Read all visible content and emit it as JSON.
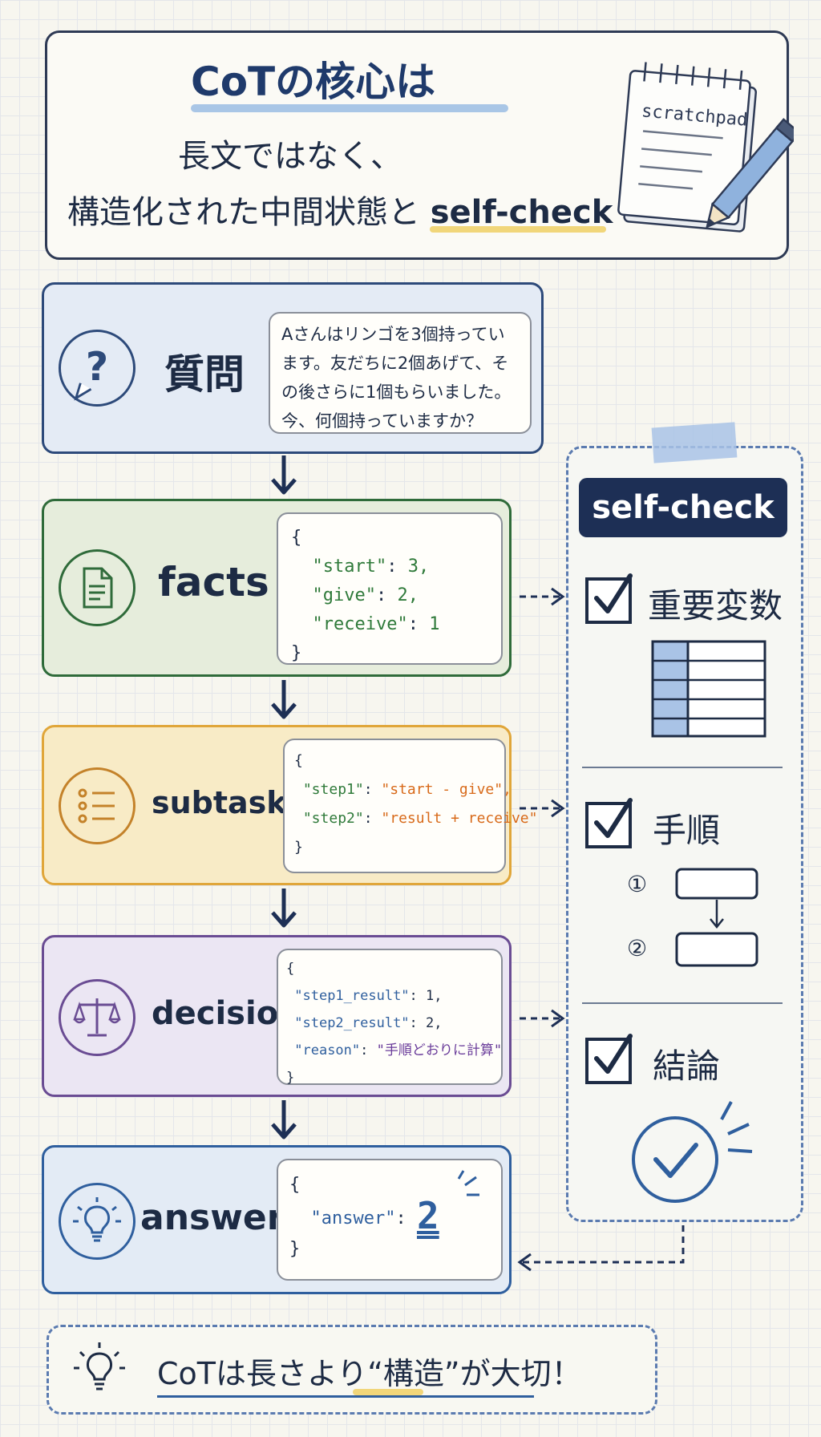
{
  "header": {
    "line1": "CoTの核心は",
    "line2": "長文ではなく、",
    "line3_main": "構造化された中間状態と ",
    "line3_highlight": "self-check",
    "notepad_label": "scratchpad"
  },
  "question": {
    "label": "質問",
    "text": "Aさんはリンゴを3個持っています。友だちに2個あげて、その後さらに1個もらいました。今、何個持っていますか？"
  },
  "facts": {
    "label": "facts",
    "open": "{",
    "close": "}",
    "lines": [
      {
        "key": "\"start\"",
        "value": "3,"
      },
      {
        "key": "\"give\"",
        "value": "2,"
      },
      {
        "key": "\"receive\"",
        "value": "1"
      }
    ]
  },
  "subtasks": {
    "label": "subtasks",
    "open": "{",
    "close": "}",
    "lines": [
      {
        "key": "\"step1\"",
        "value": "\"start - give\","
      },
      {
        "key": "\"step2\"",
        "value": "\"result + receive\""
      }
    ]
  },
  "decision": {
    "label": "decision",
    "open": "{",
    "close": "}",
    "lines": [
      {
        "key": "\"step1_result\"",
        "value": "1,"
      },
      {
        "key": "\"step2_result\"",
        "value": "2,"
      },
      {
        "key": "\"reason\"",
        "value": "\"手順どおりに計算\""
      }
    ]
  },
  "answer": {
    "label": "answer",
    "open": "{",
    "close": "}",
    "key": "\"answer\"",
    "value": "2"
  },
  "self_check": {
    "title": "self-check",
    "items": [
      "重要変数",
      "手順",
      "結論"
    ],
    "step_numbers": [
      "①",
      "②"
    ]
  },
  "footer": {
    "prefix": "CoTは長さより",
    "highlight": "“構造”",
    "suffix": "が大切！"
  },
  "colors": {
    "navy": "#1d2f55",
    "question_border": "#2d4a7a",
    "facts_border": "#2f6b3a",
    "subtasks_border": "#e0a63a",
    "decision_border": "#6a4c93",
    "answer_border": "#2f5f9e",
    "accent_yellow": "#f1d67a",
    "accent_blue": "#a9c6e6"
  }
}
